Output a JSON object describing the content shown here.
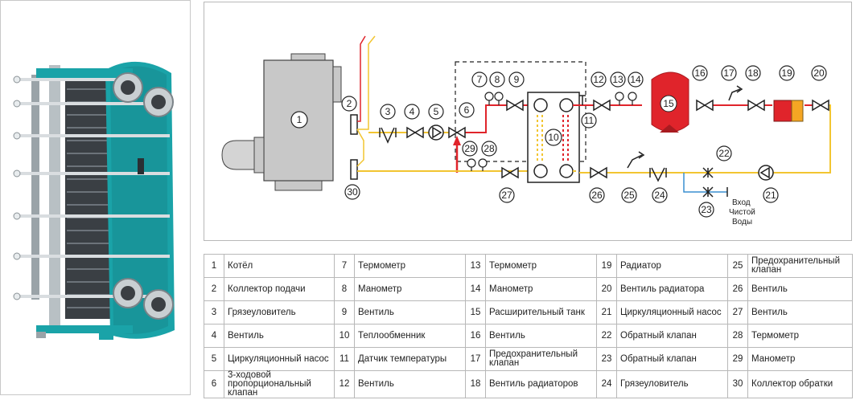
{
  "scheme": {
    "callouts": [
      "1",
      "2",
      "3",
      "4",
      "5",
      "6",
      "7",
      "8",
      "9",
      "10",
      "11",
      "12",
      "13",
      "14",
      "15",
      "16",
      "17",
      "18",
      "19",
      "20",
      "21",
      "22",
      "23",
      "24",
      "25",
      "26",
      "27",
      "28",
      "29",
      "30"
    ],
    "water_inlet_lines": [
      "Вход",
      "Чистой",
      "Воды"
    ]
  },
  "colors": {
    "supply_line": "#e0242b",
    "return_line": "#f2c531",
    "cold_water_line": "#3a8fd0",
    "expansion_tank": "#e0242b",
    "radiator_red": "#e0242b",
    "radiator_orange": "#f5a623",
    "plate_exchanger": "#1aa3a8"
  },
  "legend": [
    [
      {
        "num": "1",
        "label": "Котёл"
      },
      {
        "num": "7",
        "label": "Термометр"
      },
      {
        "num": "13",
        "label": "Термометр"
      },
      {
        "num": "19",
        "label": "Радиатор"
      },
      {
        "num": "25",
        "label": "Предохранительный клапан"
      }
    ],
    [
      {
        "num": "2",
        "label": "Коллектор подачи"
      },
      {
        "num": "8",
        "label": "Манометр"
      },
      {
        "num": "14",
        "label": "Манометр"
      },
      {
        "num": "20",
        "label": "Вентиль радиатора"
      },
      {
        "num": "26",
        "label": "Вентиль"
      }
    ],
    [
      {
        "num": "3",
        "label": "Грязеуловитель"
      },
      {
        "num": "9",
        "label": "Вентиль"
      },
      {
        "num": "15",
        "label": "Расширительный танк"
      },
      {
        "num": "21",
        "label": "Циркуляционный насос"
      },
      {
        "num": "27",
        "label": "Вентиль"
      }
    ],
    [
      {
        "num": "4",
        "label": "Вентиль"
      },
      {
        "num": "10",
        "label": "Теплообменник"
      },
      {
        "num": "16",
        "label": "Вентиль"
      },
      {
        "num": "22",
        "label": "Обратный клапан"
      },
      {
        "num": "28",
        "label": "Термометр"
      }
    ],
    [
      {
        "num": "5",
        "label": "Циркуляционный насос"
      },
      {
        "num": "11",
        "label": "Датчик температуры"
      },
      {
        "num": "17",
        "label": "Предохранительный клапан"
      },
      {
        "num": "23",
        "label": "Обратный клапан"
      },
      {
        "num": "29",
        "label": "Манометр"
      }
    ],
    [
      {
        "num": "6",
        "label": "3-ходовой пропорциональный клапан"
      },
      {
        "num": "12",
        "label": "Вентиль"
      },
      {
        "num": "18",
        "label": "Вентиль радиаторов"
      },
      {
        "num": "24",
        "label": "Грязеуловитель"
      },
      {
        "num": "30",
        "label": "Коллектор обратки"
      }
    ]
  ]
}
